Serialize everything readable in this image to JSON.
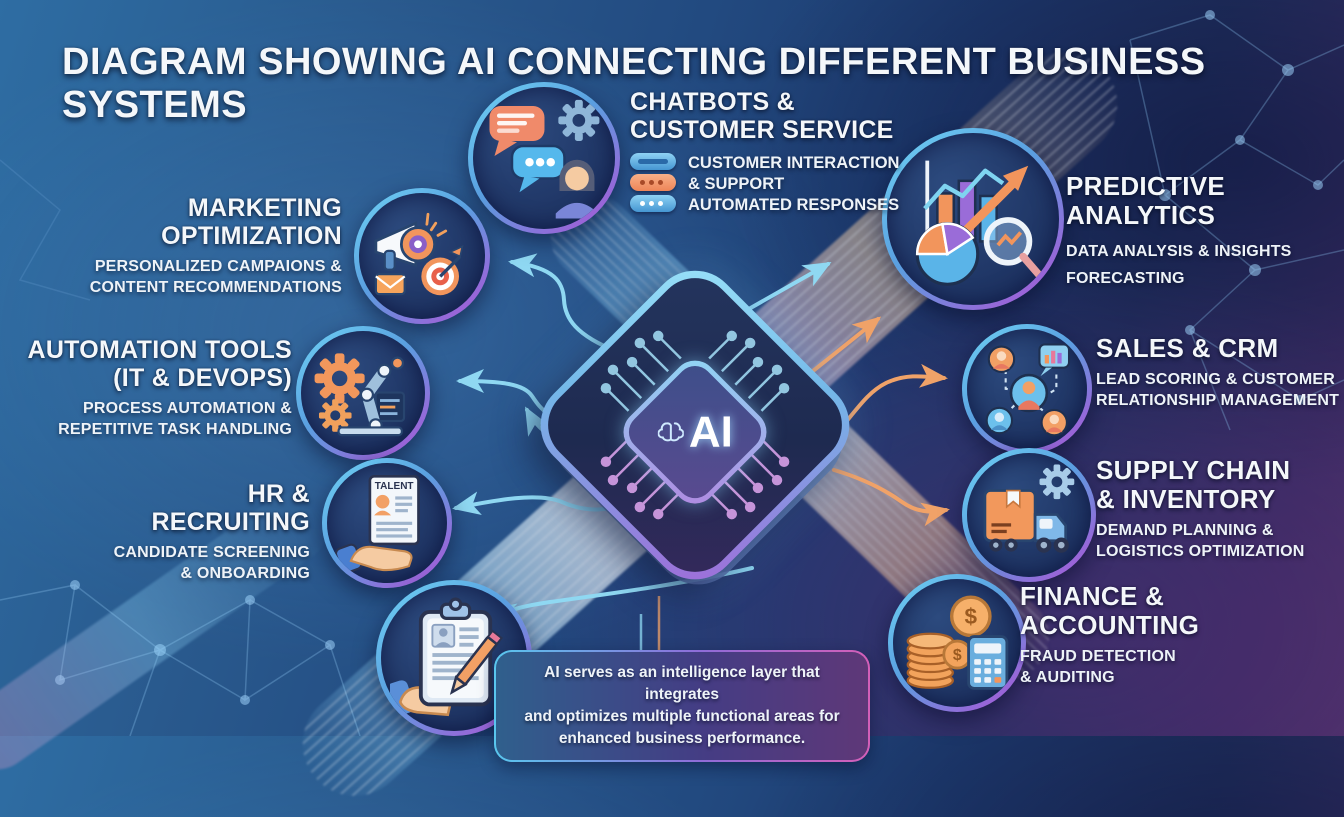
{
  "title": "DIAGRAM SHOWING AI CONNECTING DIFFERENT BUSINESS SYSTEMS",
  "center": {
    "chip_label": "AI",
    "icon": "ai-chip-icon"
  },
  "caption": {
    "text": "AI serves as an intelligence layer that integrates\nand optimizes multiple functional areas for\nenhanced business performance."
  },
  "nodes": {
    "chatbots": {
      "title": "CHATBOTS &\nCUSTOMER SERVICE",
      "bullets": [
        "CUSTOMER INTERACTION\n& SUPPORT",
        "AUTOMATED RESPONSES"
      ],
      "icon": "chat-bubbles-gear-agent-icon"
    },
    "marketing": {
      "title": "MARKETING\nOPTIMIZATION",
      "subtitle": "PERSONALIZED CAMPAIONS &\nCONTENT RECOMMENDATIONS",
      "icon": "megaphone-target-icon"
    },
    "automation": {
      "title": "AUTOMATION TOOLS\n(IT & DEVOPS)",
      "subtitle": "PROCESS AUTOMATION &\nREPETITIVE TASK HANDLING",
      "icon": "gears-robot-arm-icon"
    },
    "hr": {
      "title": "HR & RECRUITING",
      "subtitle": "CANDIDATE SCREENING\n& ONBOARDING",
      "icon_label": "TALENT",
      "icon": "hand-talent-resume-icon"
    },
    "clipboard": {
      "icon": "clipboard-candidate-pencil-icon"
    },
    "predictive": {
      "title": "PREDICTIVE\nANALYTICS",
      "lines": [
        "DATA ANALYSIS & INSIGHTS",
        "FORECASTING"
      ],
      "icon": "charts-pie-magnifier-icon"
    },
    "sales": {
      "title": "SALES & CRM",
      "subtitle": "LEAD SCORING & CUSTOMER\nRELATIONSHIP MANAGEMENT",
      "icon": "people-network-icon"
    },
    "supply": {
      "title": "SUPPLY CHAIN\n& INVENTORY",
      "subtitle": "DEMAND PLANNING &\nLOGISTICS OPTIMIZATION",
      "icon": "package-truck-gear-icon"
    },
    "finance": {
      "title": "FINANCE &\nACCOUNTING",
      "subtitle": "FRAUD DETECTION\n& AUDITING",
      "coin_symbol": "$",
      "icon": "coins-calculator-icon"
    }
  },
  "colors": {
    "accent_cyan": "#8fd8f2",
    "accent_orange": "#f0a268",
    "ring_gradient_start": "#6ac8f0",
    "ring_gradient_end": "#9a64d8",
    "background_blue": "#224a80",
    "background_purple": "#4a3068"
  }
}
